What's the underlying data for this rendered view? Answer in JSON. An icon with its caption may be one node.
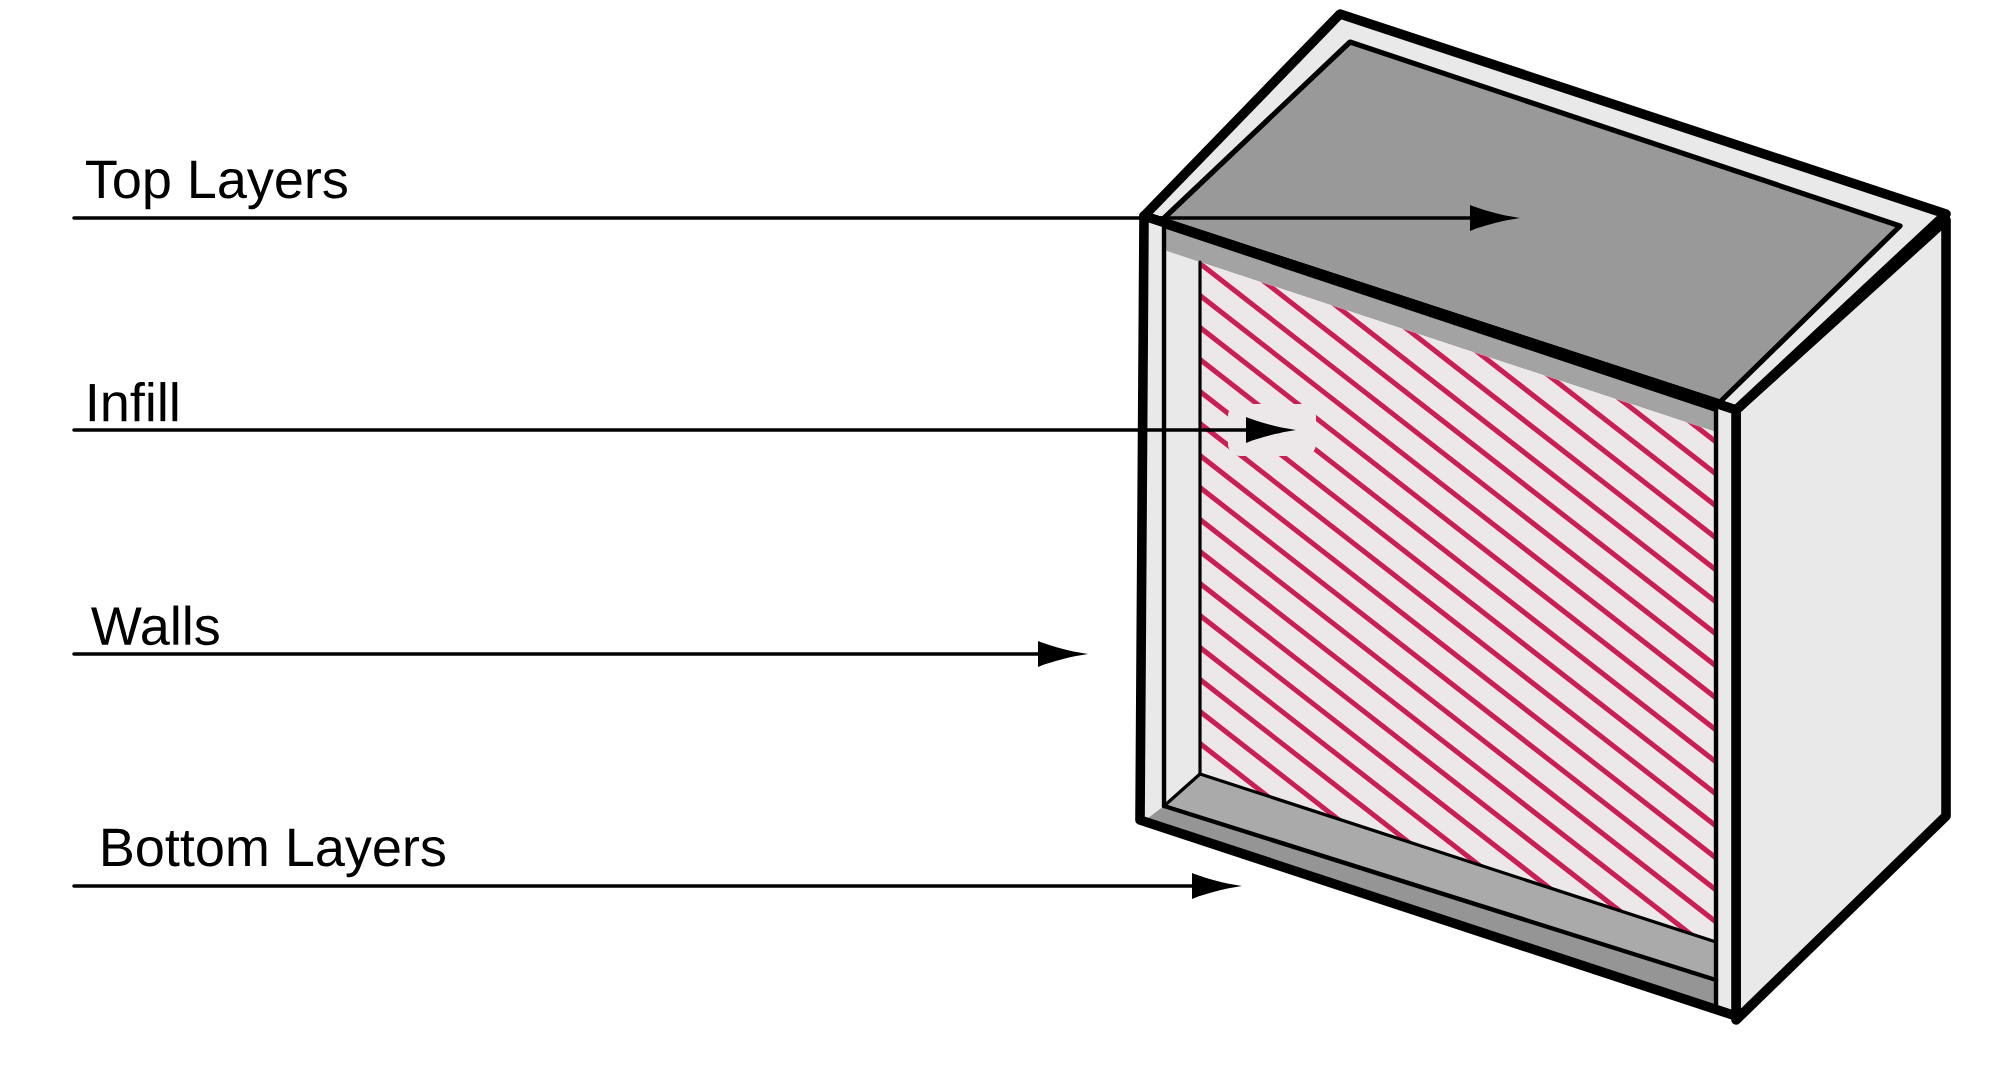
{
  "diagram": {
    "nodes": [
      {
        "text": [
          "Top Layers"
        ]
      },
      {
        "text": [
          "Infill"
        ]
      },
      {
        "text": [
          "Walls"
        ]
      },
      {
        "text": [
          "Bottom Layers"
        ]
      }
    ],
    "edges": [
      {
        "from": 0,
        "to": null,
        "arrow": "to"
      },
      {
        "from": 1,
        "to": null,
        "arrow": "to"
      },
      {
        "from": 2,
        "to": null,
        "arrow": "to"
      },
      {
        "from": 3,
        "to": null,
        "arrow": "to"
      }
    ]
  }
}
